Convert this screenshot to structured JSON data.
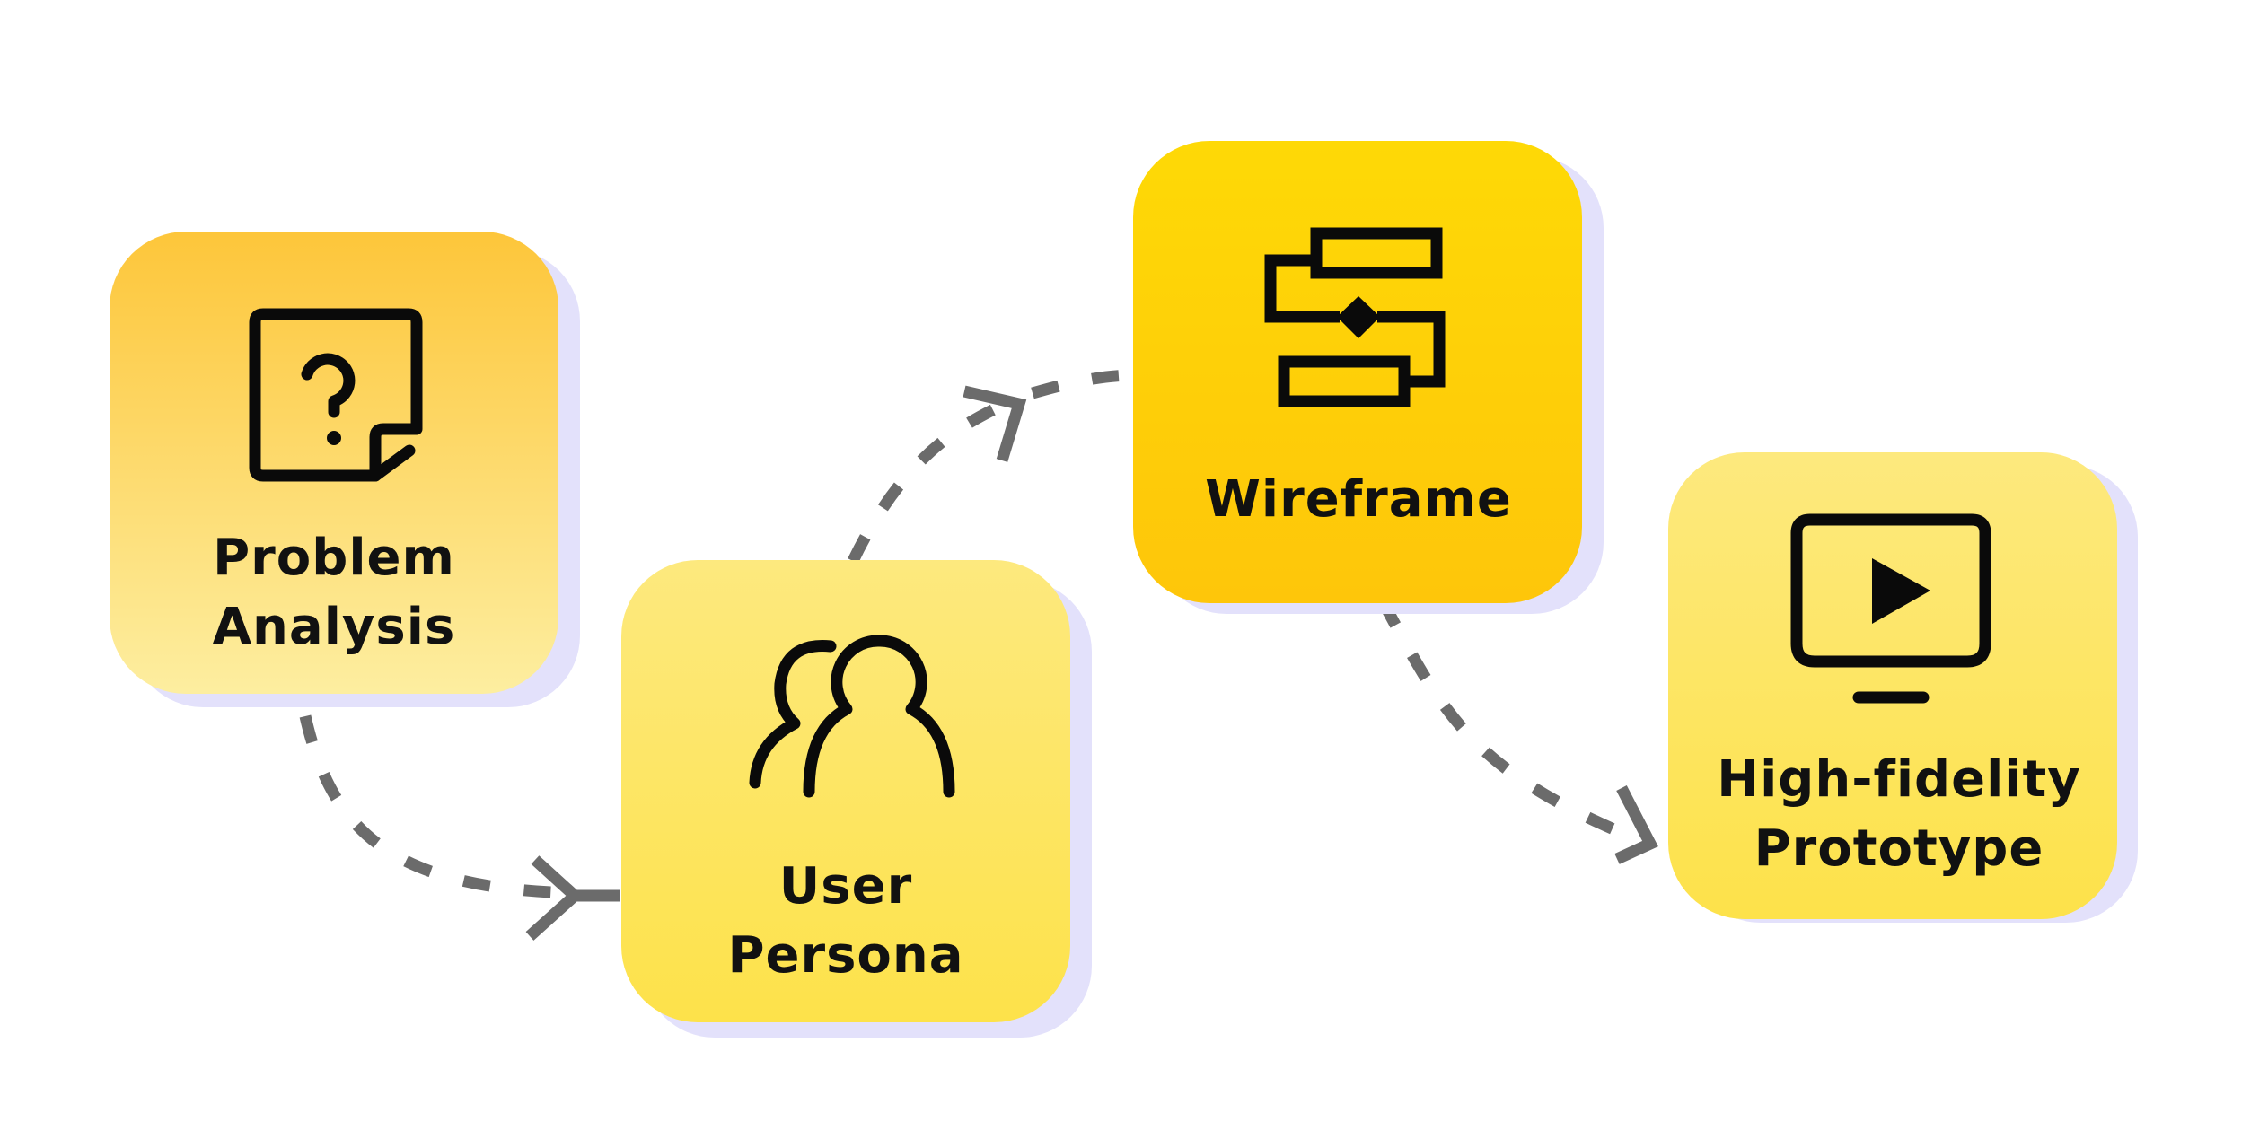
{
  "nodes": [
    {
      "id": "problem-analysis",
      "label_lines": [
        "Problem",
        "Analysis"
      ],
      "icon": "question-document-icon"
    },
    {
      "id": "user-persona",
      "label_lines": [
        "User",
        "Persona"
      ],
      "icon": "users-icon"
    },
    {
      "id": "wireframe",
      "label_lines": [
        "Wireframe"
      ],
      "icon": "flowchart-icon"
    },
    {
      "id": "high-fidelity-prototype",
      "label_lines": [
        "High-fidelity",
        "Prototype"
      ],
      "icon": "monitor-play-icon"
    }
  ],
  "edges": [
    {
      "from": "problem-analysis",
      "to": "user-persona"
    },
    {
      "from": "user-persona",
      "to": "wireframe"
    },
    {
      "from": "wireframe",
      "to": "high-fidelity-prototype"
    }
  ],
  "colors": {
    "shadow": "#e3e1fb",
    "connector": "#6b6b6b",
    "text": "#111111",
    "problem_top": "#fdc63a",
    "problem_bottom": "#fdeea0",
    "persona_top": "#fde97e",
    "persona_bottom": "#fde24a",
    "wireframe_top": "#fed906",
    "wireframe_bottom": "#fec60a",
    "prototype_top": "#fde97e",
    "prototype_bottom": "#fde24a"
  }
}
